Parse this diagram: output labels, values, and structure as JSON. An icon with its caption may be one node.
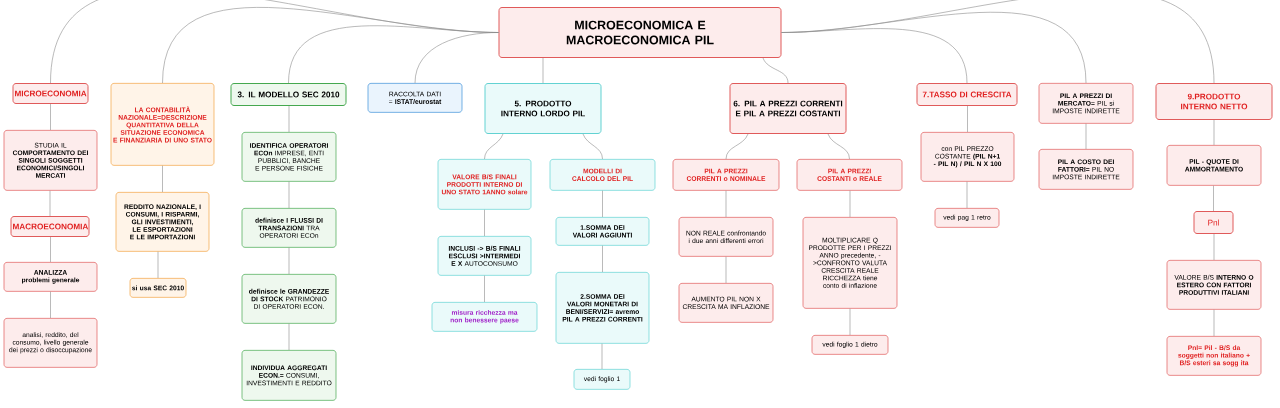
{
  "diagram": {
    "nodes": [
      {
        "text": [
          "MICROECONOMICA E MACROECONOMICA PIL"
        ]
      },
      {
        "text": [
          "MICROECONOMIA"
        ]
      },
      {
        "text": [
          "STUDIA IL **COMPORTAMENTO DEI SINGOLI SOGGETTI ECONOMICI/SINGOLI MERCATI**"
        ]
      },
      {
        "text": [
          "MACROECONOMIA"
        ]
      },
      {
        "text": [
          "ANALIZZA problemi generale"
        ]
      },
      {
        "text": [
          "analisi, reddito, del consumo, livello generale dei prezzi o disoccupazione"
        ]
      },
      {
        "text": [
          "LA CONTABILITÀ NAZIONALE=DESCRIZIONE QUANTITATIVA DELLA SITUAZIONE ECONOMICA E FINANZIARIA DI UNO STATO"
        ]
      },
      {
        "text": [
          "REDDITO NAZIONALE, I CONSUMI, I RISPARMI, GLI INVESTIMENTI, LE ESPORTAZIONI E LE IMPORTAZIONI"
        ]
      },
      {
        "text": [
          "si usa SEC 2010"
        ]
      },
      {
        "text": [
          "3. IL MODELLO SEC 2010"
        ]
      },
      {
        "text": [
          "**IDENTIFICA OPERATORI ECOn** IMPRESE, ENTI PUBBLICI, BANCHE E PERSONE FISICHE"
        ]
      },
      {
        "text": [
          "**definisce I FLUSSI DI TRANSAZIONI** TRA OPERATORI ECOn"
        ]
      },
      {
        "text": [
          "**definisce le GRANDEZZE DI STOCK** PATRIMONIO DI OPERATORI ECON."
        ]
      },
      {
        "text": [
          "**INDIVIDUA AGGREGATI ECON.=** CONSUMI, INVESTIMENTI E REDDITO"
        ]
      },
      {
        "text": [
          "RACCOLTA DATI = **ISTAT/eurostat**"
        ]
      },
      {
        "text": [
          "5. PRODOTTO INTERNO LORDO PIL"
        ]
      },
      {
        "text": [
          "VALORE B/S FINALI PRODOTTI INTERNO DI UNO STATO 1ANNO solare"
        ]
      },
      {
        "text": [
          "**INCLUSI -> B/S FINALI ESCLUSI >INTERMEDI E X** AUTOCONSUMO"
        ]
      },
      {
        "text": [
          "misura ricchezza ma non benessere paese"
        ]
      },
      {
        "text": [
          "MODELLI DI CALCOLO DEL PIL"
        ]
      },
      {
        "text": [
          "1.SOMMA DEI VALORI AGGIUNTI"
        ]
      },
      {
        "text": [
          "2.SOMMA DEI VALORI MONETARI DI BENI/SERVIZI= avremo PIL A PREZZI CORRENTI"
        ]
      },
      {
        "text": [
          "vedi foglio 1"
        ]
      },
      {
        "text": [
          "6. PIL A PREZZI CORRENTI E PIL A PREZZI COSTANTI"
        ]
      },
      {
        "text": [
          "PIL A PREZZI CORRENTI o NOMINALE"
        ]
      },
      {
        "text": [
          "NON REALE confrontando i due anni differenti errori"
        ]
      },
      {
        "text": [
          "AUMENTO PIL NON X CRESCITA MA INFLAZIONE"
        ]
      },
      {
        "text": [
          "PIL A PREZZI COSTANTI o REALE"
        ]
      },
      {
        "text": [
          "MOLTIPLICARE Q PRODOTTE PER I PREZZI ANNO precedente, ->CONFRONTO VALUTA CRESCITA REALE RICCHEZZA tiene conto di inflazione"
        ]
      },
      {
        "text": [
          "vedi foglio 1 dietro"
        ]
      },
      {
        "text": [
          "7.TASSO DI CRESCITA"
        ]
      },
      {
        "text": [
          "con PIL PREZZO COSTANTE **(PIL N+1 - PIL N) / PIL N X 100**"
        ]
      },
      {
        "text": [
          "vedi pag 1 retro"
        ]
      },
      {
        "text": [
          "**PIL A PREZZI DI MERCATO=** PIL si IMPOSTE INDIRETTE"
        ]
      },
      {
        "text": [
          "**PIL A COSTO DEI FATTORI=** PIL NO IMPOSTE INDIRETTE"
        ]
      },
      {
        "text": [
          "9.PRODOTTO INTERNO NETTO"
        ]
      },
      {
        "text": [
          "PIL - QUOTE DI AMMORTAMENTO"
        ]
      },
      {
        "text": [
          "Pnl"
        ]
      },
      {
        "text": [
          "VALORE B/S **INTERNO O ESTERO CON FATTORI PRODUTTIVI ITALIANI**"
        ]
      },
      {
        "text": [
          "Pnl= Pil - B/S da soggetti non italiano + B/S esteri sa sogg ita"
        ]
      }
    ],
    "edges": [
      {
        "from": 0,
        "to": 1,
        "arrow": "none"
      },
      {
        "from": 0,
        "to": 6,
        "arrow": "none"
      },
      {
        "from": 0,
        "to": 9,
        "arrow": "none"
      },
      {
        "from": 0,
        "to": 14,
        "arrow": "none"
      },
      {
        "from": 0,
        "to": 15,
        "arrow": "none"
      },
      {
        "from": 0,
        "to": 23,
        "arrow": "none"
      },
      {
        "from": 0,
        "to": 30,
        "arrow": "none"
      },
      {
        "from": 0,
        "to": 33,
        "arrow": "none"
      },
      {
        "from": 0,
        "to": 35,
        "arrow": "none"
      },
      {
        "from": 1,
        "to": 2,
        "arrow": "none"
      },
      {
        "from": 2,
        "to": 3,
        "arrow": "none"
      },
      {
        "from": 3,
        "to": 4,
        "arrow": "none"
      },
      {
        "from": 4,
        "to": 5,
        "arrow": "none"
      },
      {
        "from": 6,
        "to": 7,
        "arrow": "none"
      },
      {
        "from": 7,
        "to": 8,
        "arrow": "none"
      },
      {
        "from": 9,
        "to": 10,
        "arrow": "none"
      },
      {
        "from": 10,
        "to": 11,
        "arrow": "none"
      },
      {
        "from": 11,
        "to": 12,
        "arrow": "none"
      },
      {
        "from": 12,
        "to": 13,
        "arrow": "none"
      },
      {
        "from": 15,
        "to": 16,
        "arrow": "none"
      },
      {
        "from": 15,
        "to": 19,
        "arrow": "none"
      },
      {
        "from": 16,
        "to": 17,
        "arrow": "none"
      },
      {
        "from": 17,
        "to": 18,
        "arrow": "none"
      },
      {
        "from": 19,
        "to": 20,
        "arrow": "none"
      },
      {
        "from": 20,
        "to": 21,
        "arrow": "none"
      },
      {
        "from": 21,
        "to": 22,
        "arrow": "none"
      },
      {
        "from": 23,
        "to": 24,
        "arrow": "none"
      },
      {
        "from": 23,
        "to": 27,
        "arrow": "none"
      },
      {
        "from": 24,
        "to": 25,
        "arrow": "none"
      },
      {
        "from": 25,
        "to": 26,
        "arrow": "none"
      },
      {
        "from": 27,
        "to": 28,
        "arrow": "none"
      },
      {
        "from": 28,
        "to": 29,
        "arrow": "none"
      },
      {
        "from": 30,
        "to": 31,
        "arrow": "none"
      },
      {
        "from": 31,
        "to": 32,
        "arrow": "none"
      },
      {
        "from": 33,
        "to": 34,
        "arrow": "none"
      },
      {
        "from": 35,
        "to": 36,
        "arrow": "none"
      },
      {
        "from": 36,
        "to": 37,
        "arrow": "none"
      },
      {
        "from": 37,
        "to": 38,
        "arrow": "none"
      },
      {
        "from": 38,
        "to": 39,
        "arrow": "none"
      }
    ]
  }
}
